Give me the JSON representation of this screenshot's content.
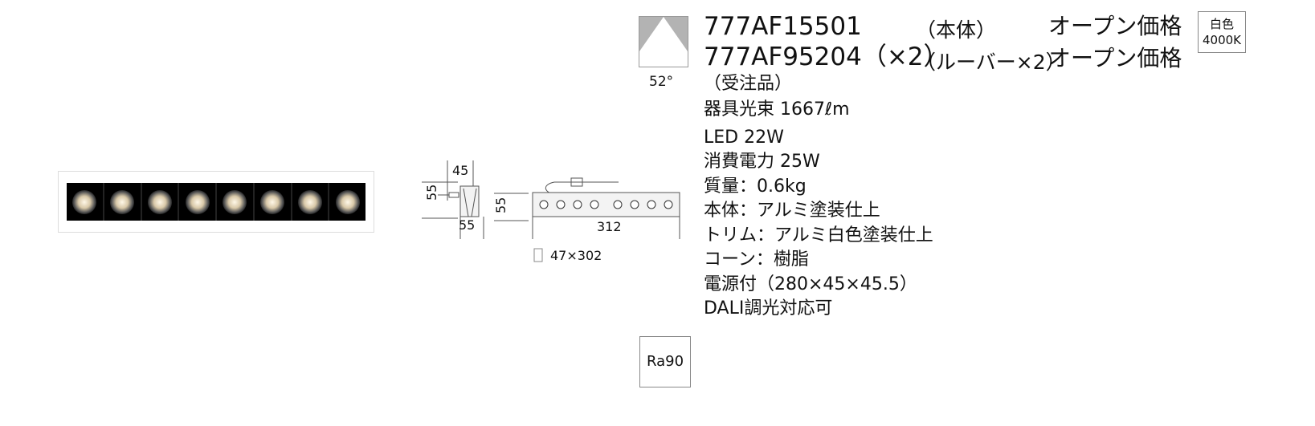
{
  "beam": {
    "angle": "52°"
  },
  "models": [
    {
      "code": "777AF15501",
      "note": "（本体）",
      "price": "オープン価格"
    },
    {
      "code": "777AF95204（×2）",
      "note": "（ルーバー×2）",
      "price": "オープン価格"
    }
  ],
  "order_note": "（受注品）",
  "color_badge": {
    "color": "白色",
    "temp": "4000K"
  },
  "specs": [
    "器具光束 1667ℓm",
    "LED 22W",
    "消費電力 25W",
    "質量：0.6kg",
    "本体：アルミ塗装仕上",
    "トリム：アルミ白色塗装仕上",
    "コーン：樹脂",
    "電源付（280×45×45.5）",
    "DALI調光対応可"
  ],
  "dimensions": {
    "width_top": "45",
    "height_left": "55",
    "width_bottom": "55",
    "height_side": "55",
    "length": "312",
    "cutout": "47×302"
  },
  "ra_badge": "Ra90"
}
